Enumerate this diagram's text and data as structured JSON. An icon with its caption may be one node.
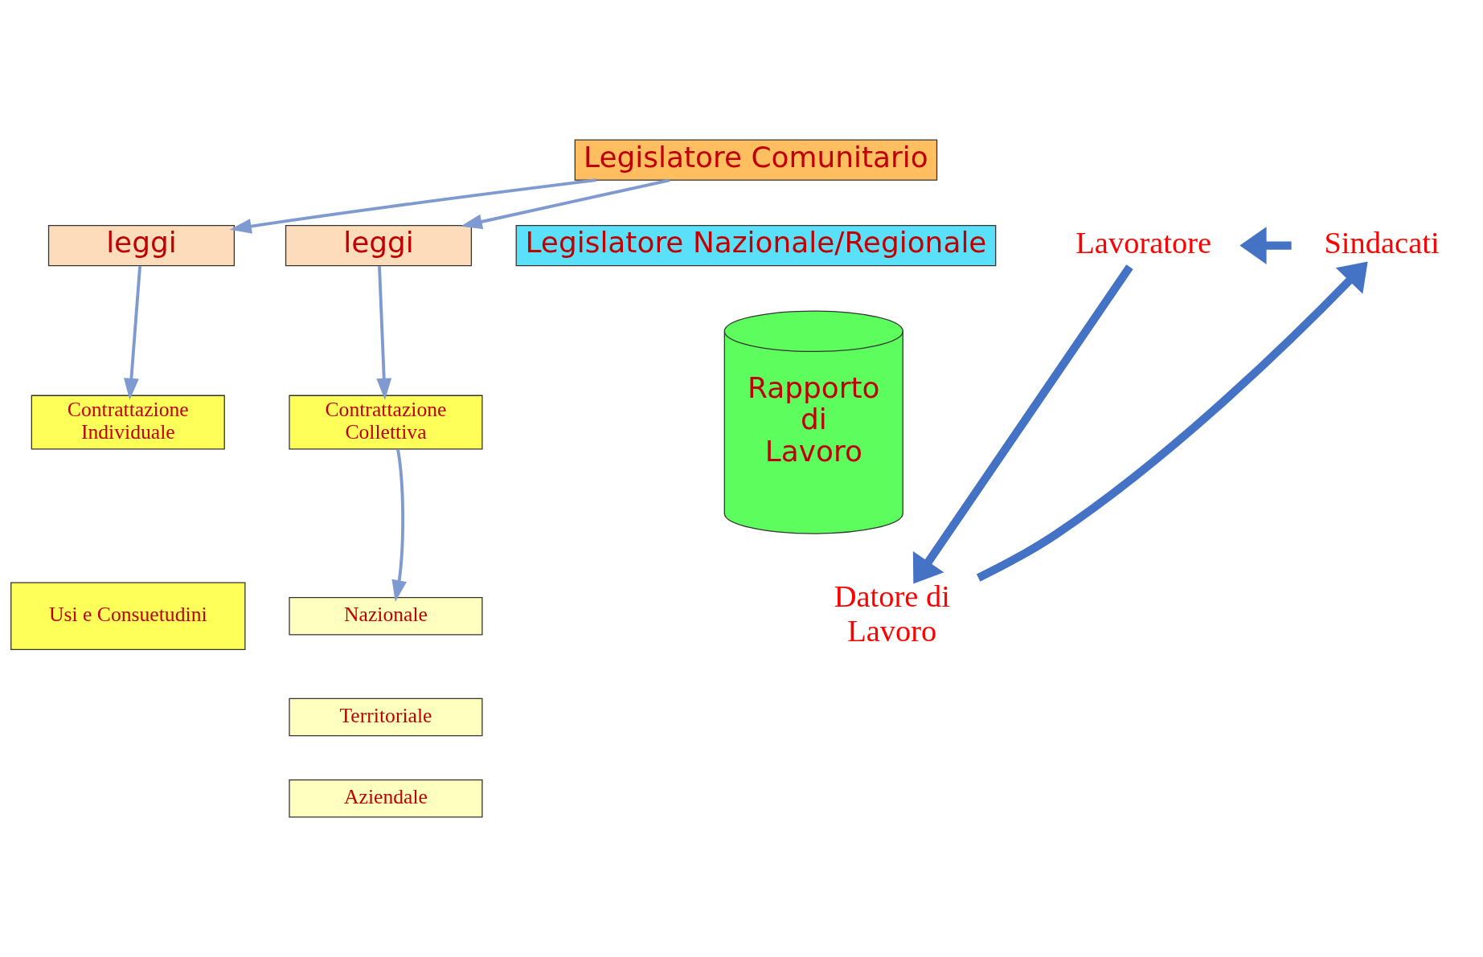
{
  "diagram": {
    "nodes": [
      {
        "text": [
          "Legislatore Comunitario"
        ]
      },
      {
        "text": [
          "Legislatore Nazionale/Regionale"
        ]
      },
      {
        "text": [
          "leggi"
        ]
      },
      {
        "text": [
          "Contrattazione Collettiva"
        ]
      },
      {
        "text": [
          "Nazionale"
        ]
      },
      {
        "text": [
          "Territoriale"
        ]
      },
      {
        "text": [
          "Aziendale"
        ]
      },
      {
        "text": [
          "Sindacati"
        ]
      },
      {
        "text": [
          "Lavoratore"
        ]
      },
      {
        "text": [
          "Rapporto di Lavoro"
        ]
      },
      {
        "text": [
          "Datore di Lavoro"
        ]
      },
      {
        "text": [
          "leggi"
        ]
      },
      {
        "text": [
          "Contrattazione Individuale"
        ]
      },
      {
        "text": [
          "Usi e Consuetudini"
        ]
      }
    ],
    "edges": [
      {
        "from": 0,
        "to": 2,
        "arrow": "to"
      },
      {
        "from": 0,
        "to": 11,
        "arrow": "to"
      },
      {
        "from": 2,
        "to": 3,
        "arrow": "to"
      },
      {
        "from": 3,
        "to": 4,
        "arrow": "to"
      },
      {
        "from": 11,
        "to": 12,
        "arrow": "to"
      },
      {
        "from": 7,
        "to": 8,
        "arrow": "to",
        "style": "thick",
        "color": "#4472c4"
      },
      {
        "from": 8,
        "to": 10,
        "arrow": "to",
        "style": "thick",
        "color": "#4472c4"
      },
      {
        "from": 10,
        "to": 7,
        "arrow": "to",
        "style": "thick",
        "color": "#4472c4"
      }
    ]
  }
}
